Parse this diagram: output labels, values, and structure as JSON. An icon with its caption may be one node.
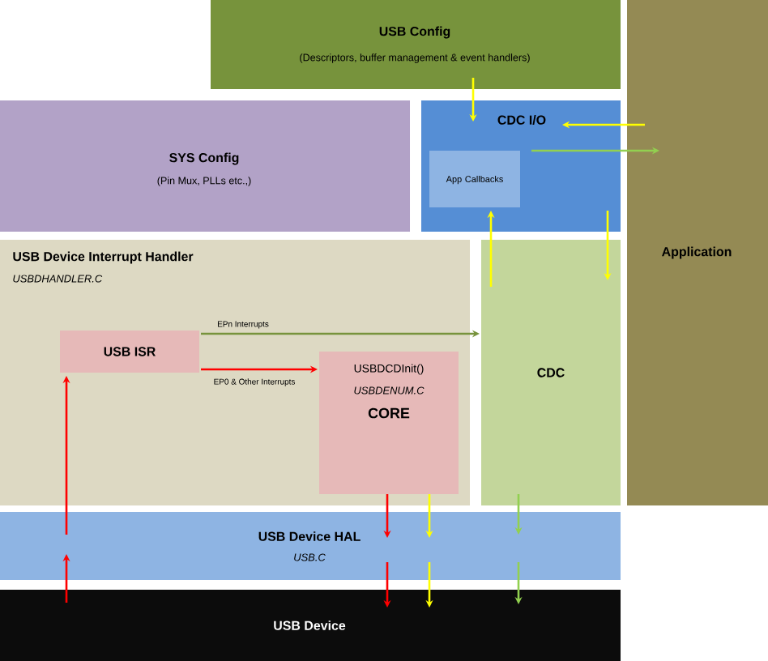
{
  "diagram": {
    "nodes": [
      {
        "text": [
          "USB Config",
          "(Descriptors, buffer management & event handlers)"
        ]
      },
      {
        "text": [
          "Application"
        ]
      },
      {
        "text": [
          "SYS Config",
          "(Pin Mux, PLLs etc.,)"
        ]
      },
      {
        "text": [
          "CDC I/O"
        ]
      },
      {
        "text": [
          "App Callbacks"
        ],
        "in": 3
      },
      {
        "text": [
          "USB Device Interrupt Handler",
          "USBDHANDLER.C"
        ]
      },
      {
        "text": [
          "USB ISR"
        ],
        "in": 5
      },
      {
        "text": [
          "USBDCDInit()",
          "USBDENUM.C",
          "CORE"
        ],
        "in": 5
      },
      {
        "text": [
          "CDC"
        ]
      },
      {
        "text": [
          "USB Device HAL",
          "USB.C"
        ]
      },
      {
        "text": [
          "USB Device"
        ]
      }
    ],
    "edges": [
      {
        "from": 0,
        "to": 3,
        "arrow": "to",
        "color": "#ffff00"
      },
      {
        "from": 1,
        "to": 3,
        "arrow": "to",
        "color": "#ffff00"
      },
      {
        "from": 4,
        "to": 1,
        "arrow": "to",
        "color": "#92d050"
      },
      {
        "from": 8,
        "to": 4,
        "arrow": "to",
        "color": "#ffff00"
      },
      {
        "from": 3,
        "to": 8,
        "arrow": "to",
        "color": "#ffff00"
      },
      {
        "from": 6,
        "to": 8,
        "arrow": "to",
        "label": "EPn Interrupts",
        "color": "#77933c"
      },
      {
        "from": 6,
        "to": 7,
        "arrow": "to",
        "label": "EP0 & Other Interrupts",
        "color": "#ff0000"
      },
      {
        "from": 10,
        "to": 9,
        "arrow": "to",
        "color": "#ff0000"
      },
      {
        "from": 9,
        "to": 6,
        "arrow": "to",
        "color": "#ff0000"
      },
      {
        "from": 7,
        "to": 9,
        "arrow": "to",
        "color": "#ff0000"
      },
      {
        "from": 9,
        "to": 10,
        "arrow": "to",
        "color": "#ff0000"
      },
      {
        "from": 7,
        "to": 9,
        "arrow": "to",
        "color": "#ffff00"
      },
      {
        "from": 9,
        "to": 10,
        "arrow": "to",
        "color": "#ffff00"
      },
      {
        "from": 8,
        "to": 9,
        "arrow": "to",
        "color": "#92d050"
      },
      {
        "from": 9,
        "to": 10,
        "arrow": "to",
        "color": "#92d050"
      }
    ]
  }
}
